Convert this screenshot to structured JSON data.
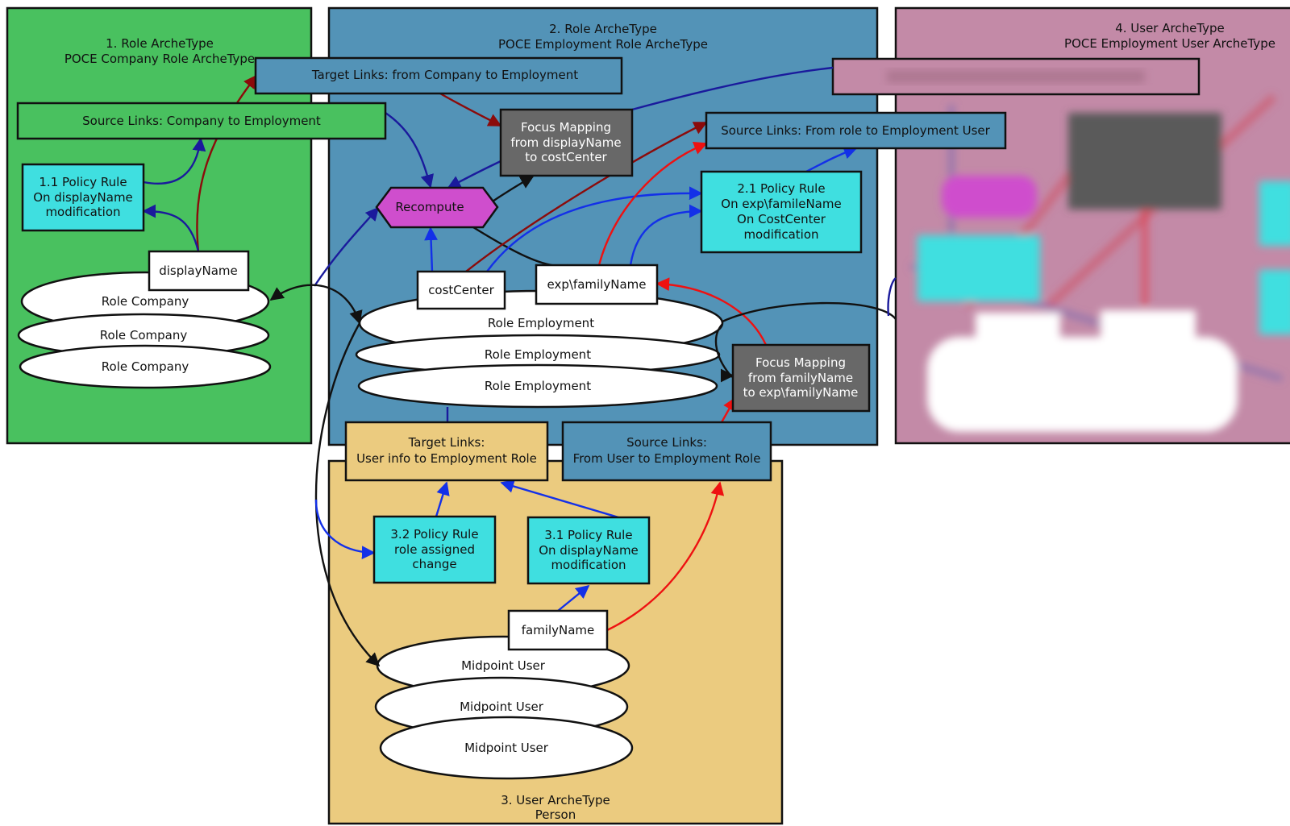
{
  "colors": {
    "green": "#49c15f",
    "blue": "#5393b7",
    "pink": "#c38aa7",
    "tan": "#ebcb7f",
    "cyan": "#3fdfe0",
    "gray": "#686868",
    "magenta": "#cf4ecd",
    "dark_red": "#8b0b0b",
    "red": "#ee1111",
    "navy": "#1a1a9c",
    "bright_blue": "#1330e8",
    "black": "#111111"
  },
  "panes": {
    "role_company": {
      "title1": "1. Role ArcheType",
      "title2": "POCE Company Role ArcheType"
    },
    "role_employment": {
      "title1": "2. Role ArcheType",
      "title2": "POCE Employment Role ArcheType"
    },
    "user_employment": {
      "title1": "4. User ArcheType",
      "title2": "POCE Employment User ArcheType"
    },
    "user_person": {
      "title1": "3. User ArcheType",
      "title2": "Person"
    }
  },
  "boxes": {
    "target_company_employment": "Target Links: from Company to Employment",
    "source_company_employment": "Source Links: Company to Employment",
    "policy_1_1": [
      "1.1 Policy Rule",
      "On displayName",
      "modification"
    ],
    "display_name_company": "displayName",
    "focus_display_cost": [
      "Focus Mapping",
      "from displayName",
      "to costCenter"
    ],
    "recompute": "Recompute",
    "source_role_user": "Source Links: From role to Employment User",
    "policy_2_1": [
      "2.1 Policy Rule",
      "On exp\\famileName",
      "On CostCenter",
      "modification"
    ],
    "cost_center": "costCenter",
    "exp_family_name": "exp\\familyName",
    "focus_family_exp": [
      "Focus Mapping",
      "from familyName",
      "to exp\\familyName"
    ],
    "target_user_info": [
      "Target Links:",
      "User info to Employment Role"
    ],
    "source_user_employment": [
      "Source Links:",
      "From User to Employment Role"
    ],
    "policy_3_2": [
      "3.2 Policy Rule",
      "role assigned",
      "change"
    ],
    "policy_3_1": [
      "3.1 Policy Rule",
      "On displayName",
      "modification"
    ],
    "family_name": "familyName"
  },
  "stacks": {
    "role_company": [
      "Role Company",
      "Role Company",
      "Role Company"
    ],
    "role_employment": [
      "Role Employment",
      "Role Employment",
      "Role Employment"
    ],
    "midpoint_user": [
      "Midpoint User",
      "Midpoint User",
      "Midpoint User"
    ]
  }
}
